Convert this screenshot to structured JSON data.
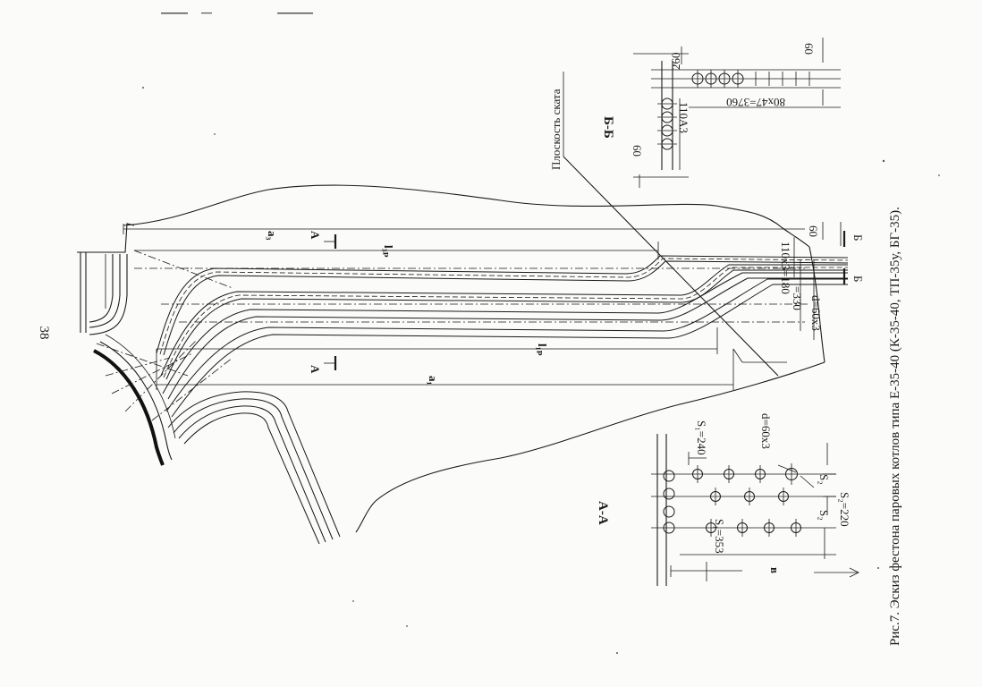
{
  "page_number": "38",
  "caption": "Рис.7. Эскиз фестона паровых котлов типа Е-35-40 (К-35-40, ТП-35у, БГ-35).",
  "slope_plane_label": "Плоскость ската",
  "section_markers": {
    "a_top": "А",
    "a_bottom": "А",
    "b_left": "Б",
    "b_right": "Б"
  },
  "main_dims": {
    "a3": "a₃",
    "l_zp": "l₃ₚ",
    "l_1p": "l₁ₚ",
    "a1": "a₁",
    "row_pitch": "110x3=180",
    "row_330": "=330",
    "tube_d": "d=60x3",
    "top_60": "60"
  },
  "section_aa": {
    "title": "А-А",
    "s1_top": "S₁=240",
    "d_label": "d=60x3",
    "s2": "S₂",
    "s2_lower": "S₂",
    "s2_value": "S₂=220",
    "s1_bottom": "S₁=353",
    "flow": "в"
  },
  "section_bb": {
    "title": "Б-Б",
    "dim_260": "260",
    "dim_60_top": "60",
    "dim_60_left": "60",
    "dim_110": "110A3",
    "dim_80x47": "80x47=3760"
  }
}
